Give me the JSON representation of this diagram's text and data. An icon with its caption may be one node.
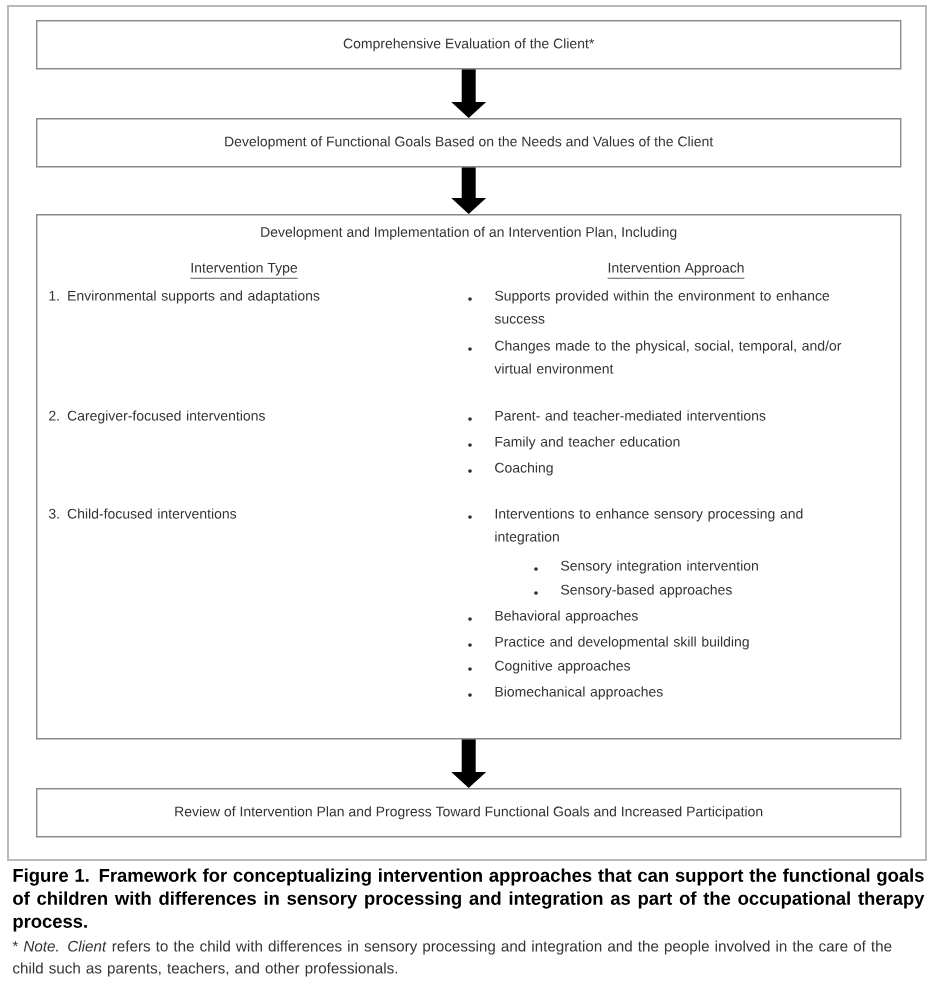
{
  "diagram": {
    "caption": "Figure 1. Framework for conceptualizing intervention approaches that can support the functional goals of children with differences in sensory processing and integration as part of the occupational therapy process.",
    "nodes": [
      {
        "text": [
          "Comprehensive Evaluation of the Client*"
        ]
      },
      {
        "text": [
          "Development of Functional Goals Based on the Needs and Values of the Client"
        ]
      },
      {
        "text": [
          "Development and Implementation of an Intervention Plan, Including"
        ]
      },
      {
        "text": [
          "Review of Intervention Plan and Progress Toward Functional Goals and Increased Participation"
        ]
      }
    ],
    "edges": [
      {
        "from": 0,
        "to": 1,
        "arrow": "to"
      },
      {
        "from": 1,
        "to": 2,
        "arrow": "to"
      },
      {
        "from": 2,
        "to": 3,
        "arrow": "to"
      }
    ],
    "labels": [
      "Intervention Type",
      "Intervention Approach",
      "1. Environmental supports and adaptations",
      "Supports provided within the environment to enhance success",
      "Changes made to the physical, social, temporal, and/or virtual environment",
      "2. Caregiver-focused interventions",
      "Parent- and teacher-mediated interventions",
      "Family and teacher education",
      "Coaching",
      "3. Child-focused interventions",
      "Interventions to enhance sensory processing and integration",
      "Sensory integration intervention",
      "Sensory-based approaches",
      "Behavioral approaches",
      "Practice and developmental skill building",
      "Cognitive approaches",
      "Biomechanical approaches",
      "* *Note. Client* refers to the child with differences in sensory processing and integration and the people involved in the care of the child such as parents, teachers, and other professionals."
    ]
  }
}
